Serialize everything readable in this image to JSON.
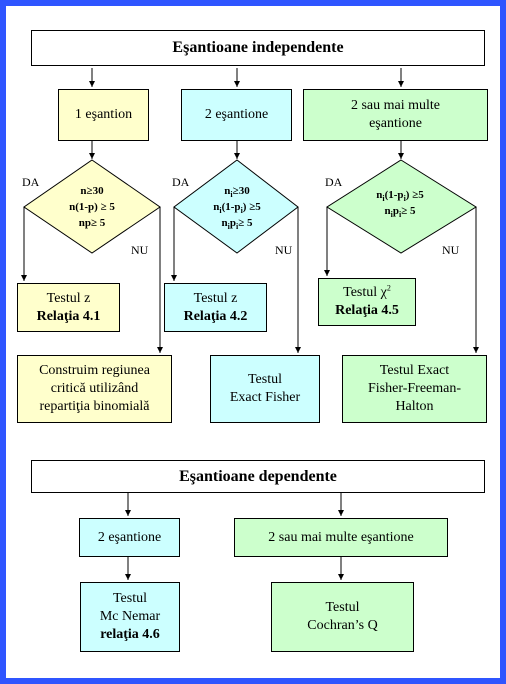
{
  "independent": {
    "title": "Eşantioane independente",
    "groups": {
      "one": "1 eşantion",
      "two": "2 eşantione",
      "many_line1": "2 sau mai multe",
      "many_line2": "eşantione"
    },
    "decisions": {
      "d1": {
        "l1": "n≥30",
        "l2": "n(1-p) ≥ 5",
        "l3": "np≥ 5"
      },
      "d2": {
        "l1a": "n",
        "l1s": "i",
        "l1b": "≥30",
        "l2a": "n",
        "l2s": "i",
        "l2b": "(1-p",
        "l2s2": "i",
        "l2c": ") ≥5",
        "l3a": "n",
        "l3s": "i",
        "l3b": "p",
        "l3s2": "i",
        "l3c": "≥ 5"
      },
      "d3": {
        "l1a": "n",
        "l1s": "i",
        "l1b": "(1-p",
        "l1s2": "i",
        "l1c": ") ≥5",
        "l2a": "n",
        "l2s": "i",
        "l2b": "p",
        "l2s2": "i",
        "l2c": "≥ 5"
      }
    },
    "yes_label": "DA",
    "no_label": "NU",
    "results": {
      "z1_line1": "Testul z",
      "z1_line2": "Relaţia 4.1",
      "z2_line1": "Testul z",
      "z2_line2": "Relaţia 4.2",
      "chi_line1a": "Testul χ",
      "chi_sup": "2",
      "chi_line2": "Relaţia 4.5",
      "binom_line1": "Construim regiunea",
      "binom_line2": "critică utilizând",
      "binom_line3": "repartiţia binomială",
      "fisher_line1": "Testul",
      "fisher_line2": "Exact  Fisher",
      "ffh_line1": "Testul Exact",
      "ffh_line2": "Fisher-Freeman-",
      "ffh_line3": "Halton"
    }
  },
  "dependent": {
    "title": "Eşantioane dependente",
    "groups": {
      "two": "2 eşantione",
      "many": "2 sau mai multe  eşantione"
    },
    "results": {
      "mcnemar_line1": "Testul",
      "mcnemar_line2": "Mc Nemar",
      "mcnemar_line3": "relaţia 4.6",
      "cochran_line1": "Testul",
      "cochran_line2": "Cochran’s Q"
    }
  },
  "colors": {
    "frame": "#2f55ff",
    "yellow": "#ffffcc",
    "cyan": "#ccffff",
    "green": "#ccffcc"
  }
}
